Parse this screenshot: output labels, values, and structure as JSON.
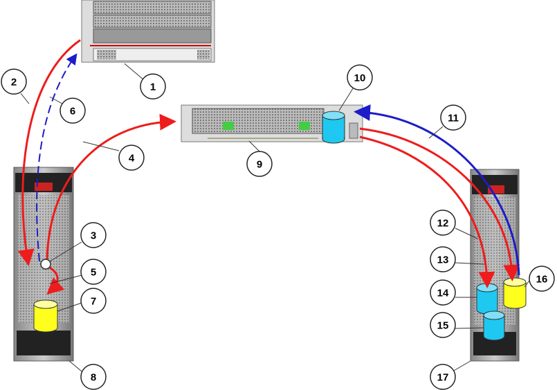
{
  "colors": {
    "red": "#ee1c1c",
    "blue": "#1c1cc8",
    "cyan": "#1ec8f0",
    "yellow": "#ffff1e"
  },
  "callouts": [
    {
      "id": "1",
      "label": "1"
    },
    {
      "id": "2",
      "label": "2"
    },
    {
      "id": "3",
      "label": "3"
    },
    {
      "id": "4",
      "label": "4"
    },
    {
      "id": "5",
      "label": "5"
    },
    {
      "id": "6",
      "label": "6"
    },
    {
      "id": "7",
      "label": "7"
    },
    {
      "id": "8",
      "label": "8"
    },
    {
      "id": "9",
      "label": "9"
    },
    {
      "id": "10",
      "label": "10"
    },
    {
      "id": "11",
      "label": "11"
    },
    {
      "id": "12",
      "label": "12"
    },
    {
      "id": "13",
      "label": "13"
    },
    {
      "id": "14",
      "label": "14"
    },
    {
      "id": "15",
      "label": "15"
    },
    {
      "id": "16",
      "label": "16"
    },
    {
      "id": "17",
      "label": "17"
    }
  ]
}
